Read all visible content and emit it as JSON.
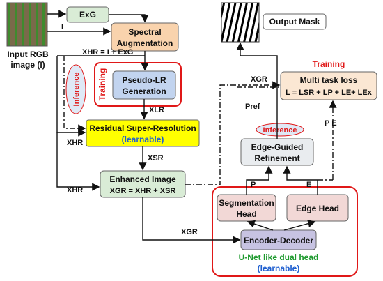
{
  "nodes": {
    "input": {
      "line1": "Input RGB",
      "line2": "image (I)"
    },
    "exg": {
      "label": "ExG"
    },
    "spectral": {
      "line1": "Spectral",
      "line2": "Augmentation"
    },
    "pseudo": {
      "line1": "Pseudo-LR",
      "line2": "Generation"
    },
    "residual": {
      "line1": "Residual Super-Resolution",
      "line2": "(learnable)"
    },
    "enhanced": {
      "line1": "Enhanced Image",
      "line2": "XGR = XHR + XSR"
    },
    "encoder": {
      "label": "Encoder-Decoder"
    },
    "seg_head": {
      "line1": "Segmentation",
      "line2": "Head"
    },
    "edge_head": {
      "label": "Edge Head"
    },
    "unet": {
      "line1": "U-Net like dual head",
      "line2": "(learnable)"
    },
    "edge_refine": {
      "line1": "Edge-Guided",
      "line2": "Refinement"
    },
    "multitask": {
      "line1": "Multi task loss",
      "line2": "L = LSR + LP + LE+ LEx"
    },
    "output": {
      "label": "Output Mask"
    }
  },
  "tags": {
    "training_left": "Training",
    "inference_left": "Inference",
    "training_right": "Training",
    "inference_right": "Inference"
  },
  "edge_labels": {
    "i": "I",
    "xhr_eq": "XHR = I + ExG",
    "xlr": "XLR",
    "xsr": "XSR",
    "xhr_1": "XHR",
    "xhr_2": "XHR",
    "xgr_1": "XGR",
    "xgr_2": "XGR",
    "pref": "Pref",
    "p_e": "P  E",
    "p": "P",
    "e": "E"
  },
  "colors": {
    "exg_fill": "#d9ecd6",
    "spectral_fill": "#f9d3ad",
    "pseudo_fill": "#c2d4ef",
    "residual_fill": "#ffff00",
    "enhanced_fill": "#d9ecd6",
    "encoder_fill": "#c7c3e2",
    "head_fill": "#f2d8d6",
    "refine_fill": "#e9ecef",
    "multitask_fill": "#fbe7d3",
    "accent_red": "#e01818"
  }
}
